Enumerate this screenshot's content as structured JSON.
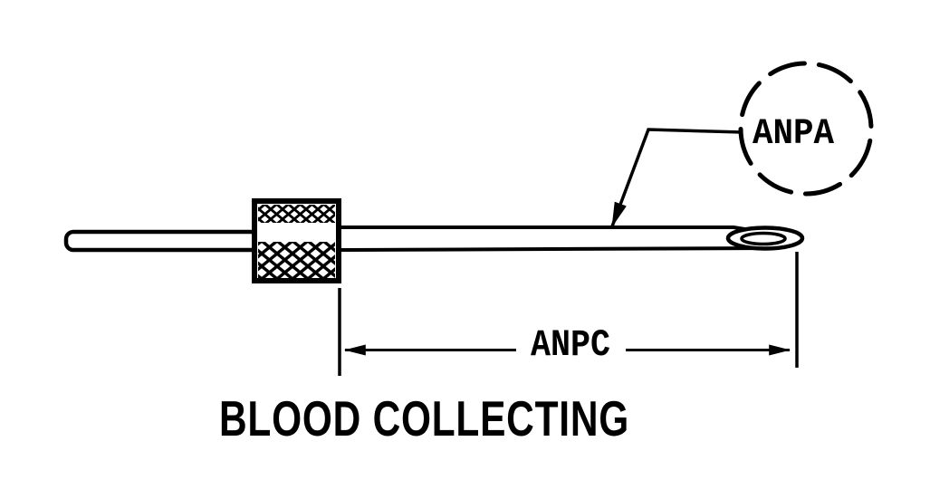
{
  "figure": {
    "title": "BLOOD COLLECTING",
    "callout": {
      "label": "ANPA"
    },
    "dimension": {
      "label": "ANPC"
    }
  },
  "colors": {
    "ink": "#000000",
    "paper": "#ffffff"
  }
}
